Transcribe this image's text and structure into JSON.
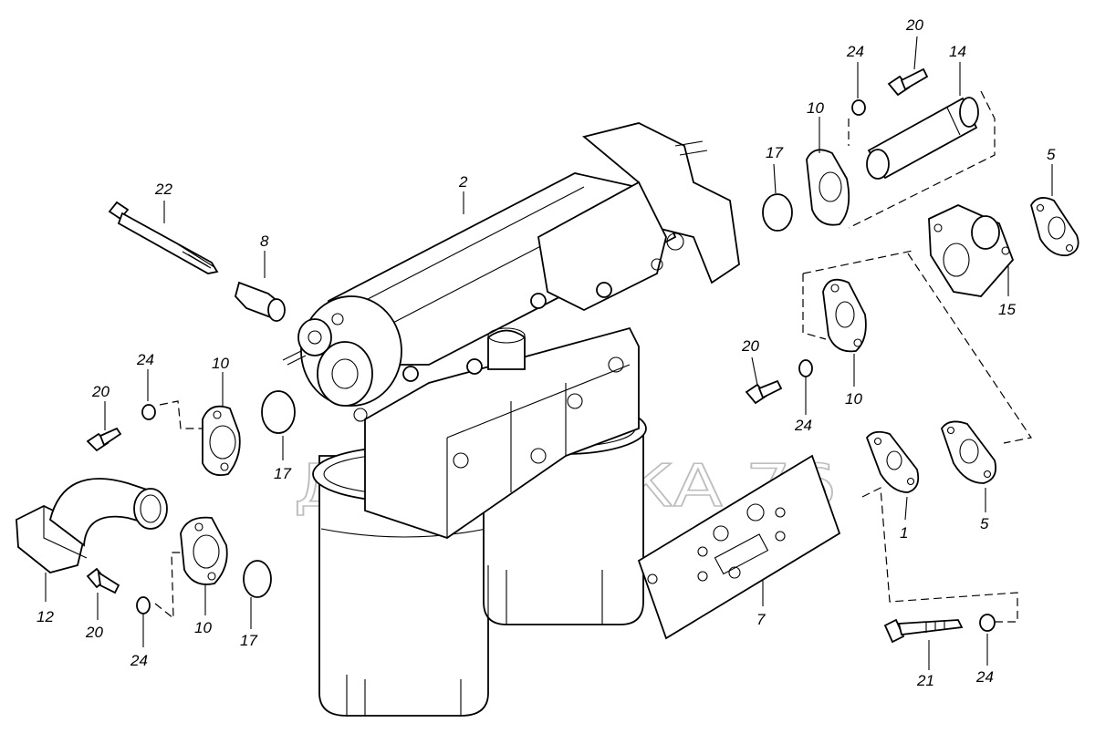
{
  "watermark": "ДИНАМИКА 76",
  "callouts": {
    "c1": "1",
    "c2": "2",
    "c5a": "5",
    "c5b": "5",
    "c7": "7",
    "c8": "8",
    "c10a": "10",
    "c10b": "10",
    "c10c": "10",
    "c10d": "10",
    "c12": "12",
    "c14": "14",
    "c15": "15",
    "c17a": "17",
    "c17b": "17",
    "c17c": "17",
    "c20a": "20",
    "c20b": "20",
    "c20c": "20",
    "c20d": "20",
    "c21": "21",
    "c22": "22",
    "c24a": "24",
    "c24b": "24",
    "c24c": "24",
    "c24d": "24",
    "c24e": "24"
  }
}
